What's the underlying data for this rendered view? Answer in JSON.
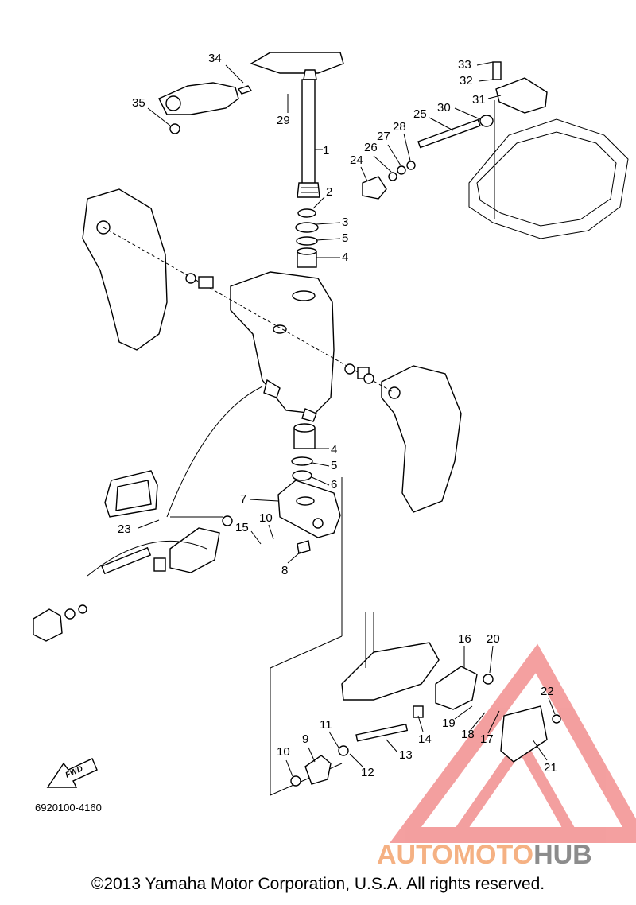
{
  "diagram": {
    "callouts": [
      {
        "id": "c1",
        "text": "1"
      },
      {
        "id": "c2",
        "text": "2"
      },
      {
        "id": "c3",
        "text": "3"
      },
      {
        "id": "c4a",
        "text": "4"
      },
      {
        "id": "c5a",
        "text": "5"
      },
      {
        "id": "c4b",
        "text": "4"
      },
      {
        "id": "c5b",
        "text": "5"
      },
      {
        "id": "c6",
        "text": "6"
      },
      {
        "id": "c7",
        "text": "7"
      },
      {
        "id": "c8",
        "text": "8"
      },
      {
        "id": "c9",
        "text": "9"
      },
      {
        "id": "c10a",
        "text": "10"
      },
      {
        "id": "c10b",
        "text": "10"
      },
      {
        "id": "c11",
        "text": "11"
      },
      {
        "id": "c12",
        "text": "12"
      },
      {
        "id": "c13",
        "text": "13"
      },
      {
        "id": "c14",
        "text": "14"
      },
      {
        "id": "c15",
        "text": "15"
      },
      {
        "id": "c16",
        "text": "16"
      },
      {
        "id": "c17",
        "text": "17"
      },
      {
        "id": "c18",
        "text": "18"
      },
      {
        "id": "c19",
        "text": "19"
      },
      {
        "id": "c20",
        "text": "20"
      },
      {
        "id": "c21",
        "text": "21"
      },
      {
        "id": "c22",
        "text": "22"
      },
      {
        "id": "c23",
        "text": "23"
      },
      {
        "id": "c24",
        "text": "24"
      },
      {
        "id": "c25",
        "text": "25"
      },
      {
        "id": "c26",
        "text": "26"
      },
      {
        "id": "c27",
        "text": "27"
      },
      {
        "id": "c28",
        "text": "28"
      },
      {
        "id": "c29",
        "text": "29"
      },
      {
        "id": "c30",
        "text": "30"
      },
      {
        "id": "c31",
        "text": "31"
      },
      {
        "id": "c32",
        "text": "32"
      },
      {
        "id": "c33",
        "text": "33"
      },
      {
        "id": "c34",
        "text": "34"
      },
      {
        "id": "c35",
        "text": "35"
      }
    ],
    "fwd_label": "FWD",
    "drawing_code": "6920100-4160"
  },
  "watermark": {
    "part1": "AUTOMOTO",
    "part2": "HUB",
    "color_primary": "#f08080",
    "color_secondary": "#f5b183",
    "color_dark": "#8c8c8c"
  },
  "copyright": "©2013 Yamaha Motor Corporation, U.S.A. All rights reserved."
}
